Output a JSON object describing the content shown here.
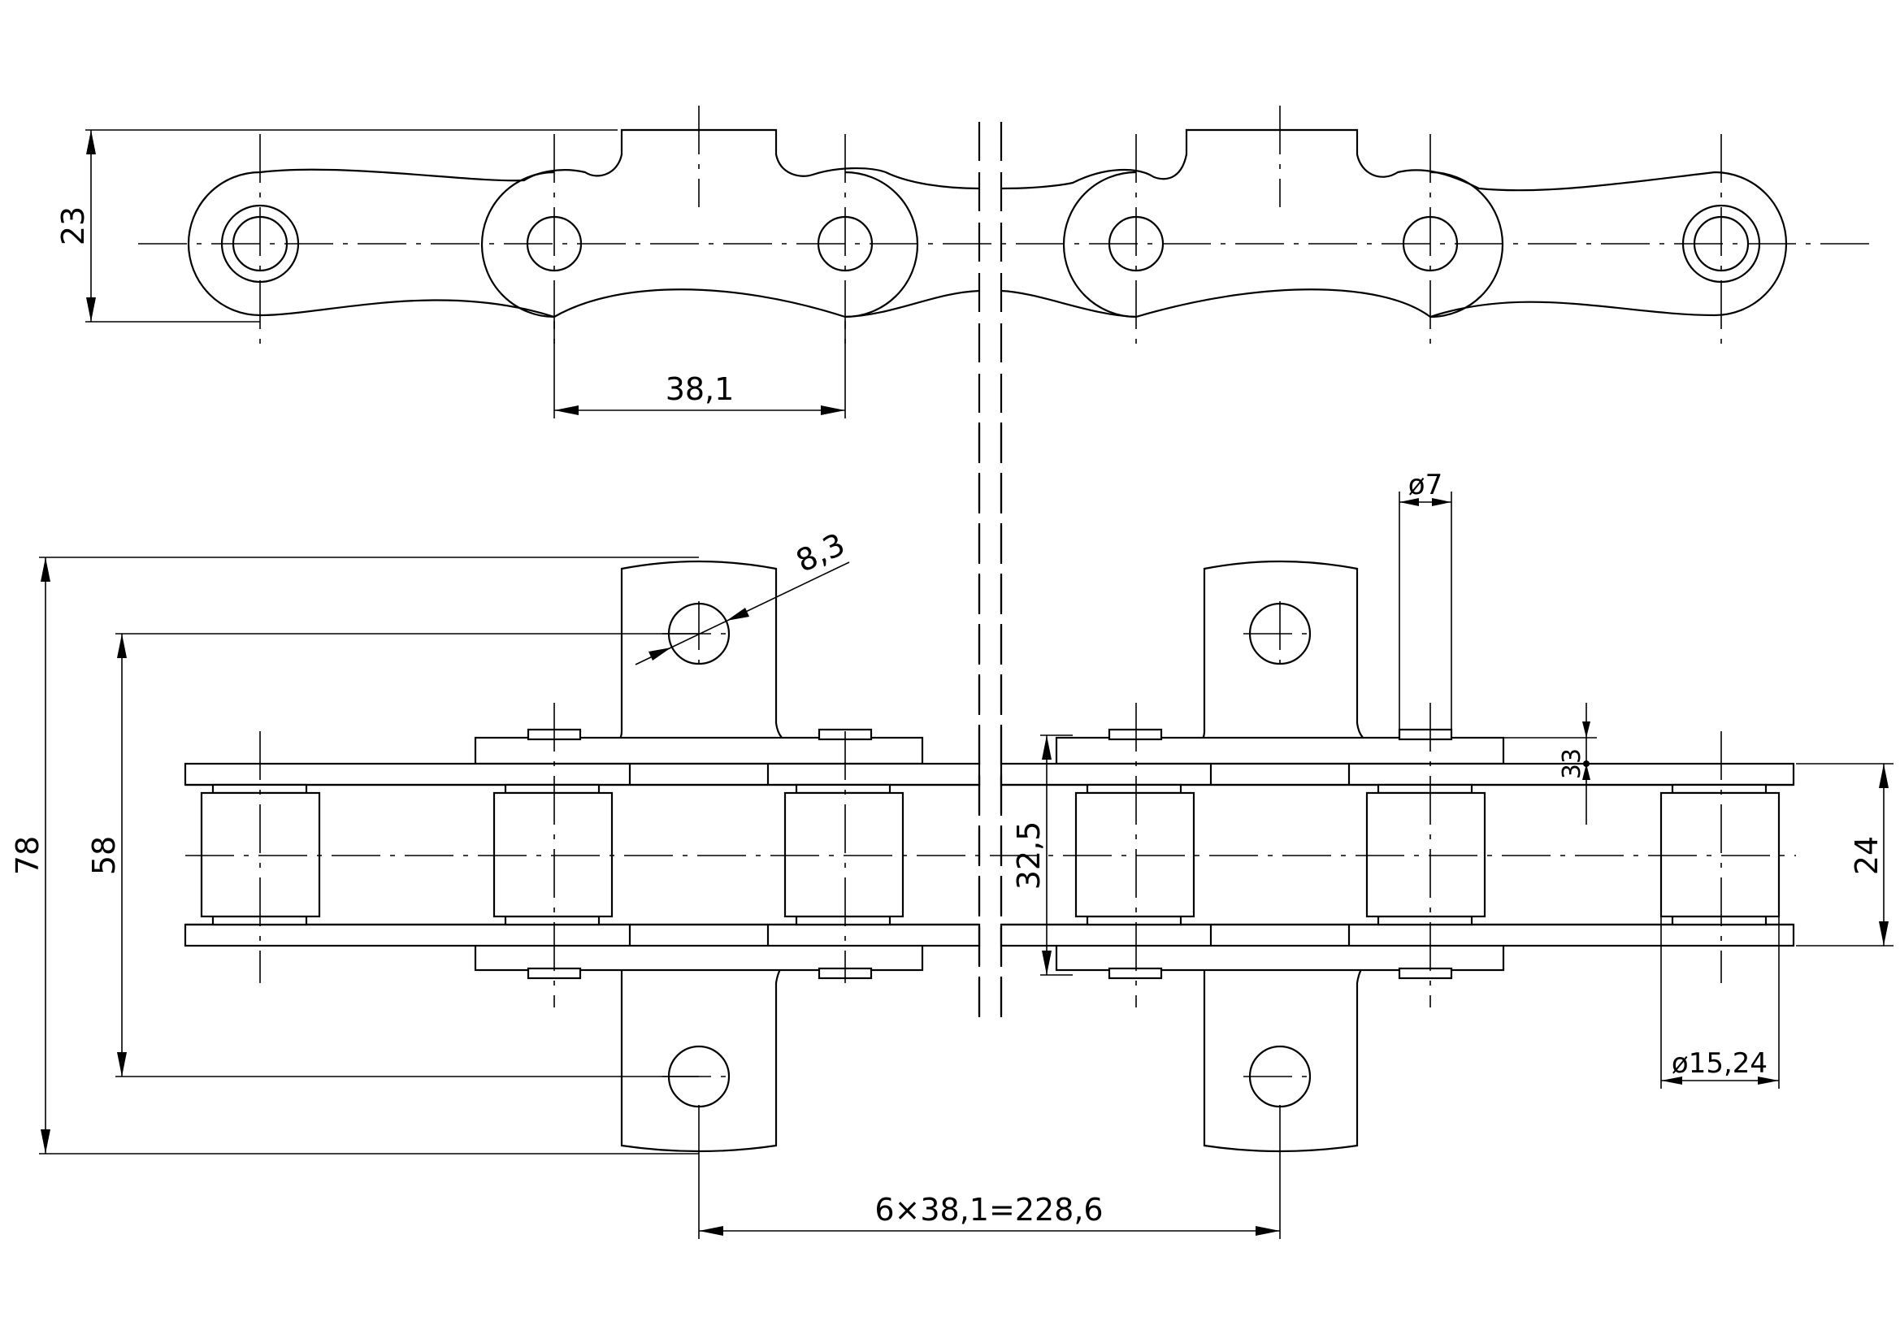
{
  "drawing": {
    "dimensions": {
      "side_height": "23",
      "pitch": "38,1",
      "hole_dia": "8,3",
      "pin_dia": "ø7",
      "total_width": "78",
      "hole_spacing": "58",
      "offset": "32,5",
      "thickness": "33",
      "inner_width": "24",
      "roller_dia": "ø15,24",
      "attachment_spacing": "6×38,1=228,6"
    }
  }
}
